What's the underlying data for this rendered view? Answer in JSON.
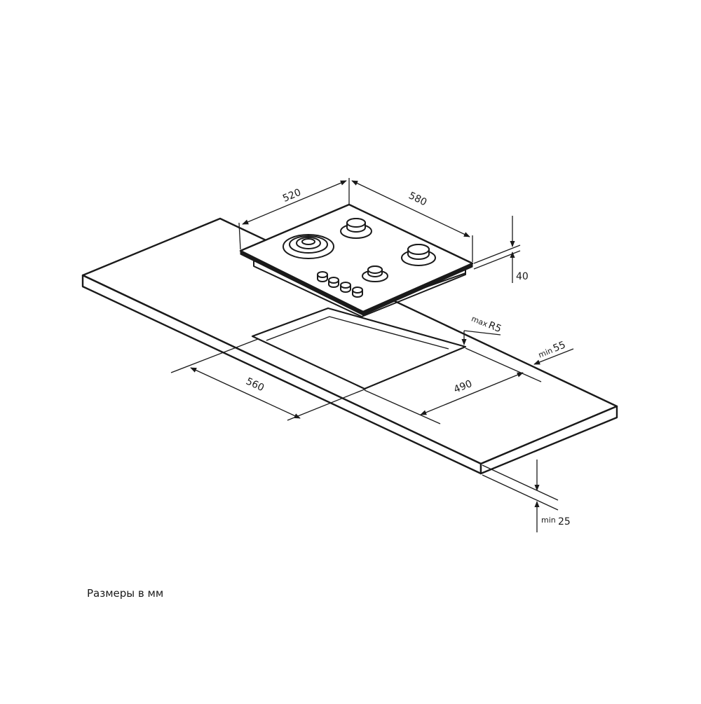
{
  "dimensions": {
    "hob_depth": "520",
    "hob_width": "580",
    "hob_height": "40",
    "cutout_width": "560",
    "cutout_depth": "490",
    "corner_radius_prefix": "max",
    "corner_radius": "R5",
    "edge_distance_prefix": "min",
    "edge_distance": "55",
    "worktop_thickness_prefix": "min",
    "worktop_thickness": "25"
  },
  "caption": "Размеры в мм",
  "colors": {
    "line": "#1a1a1a",
    "background": "#ffffff"
  }
}
